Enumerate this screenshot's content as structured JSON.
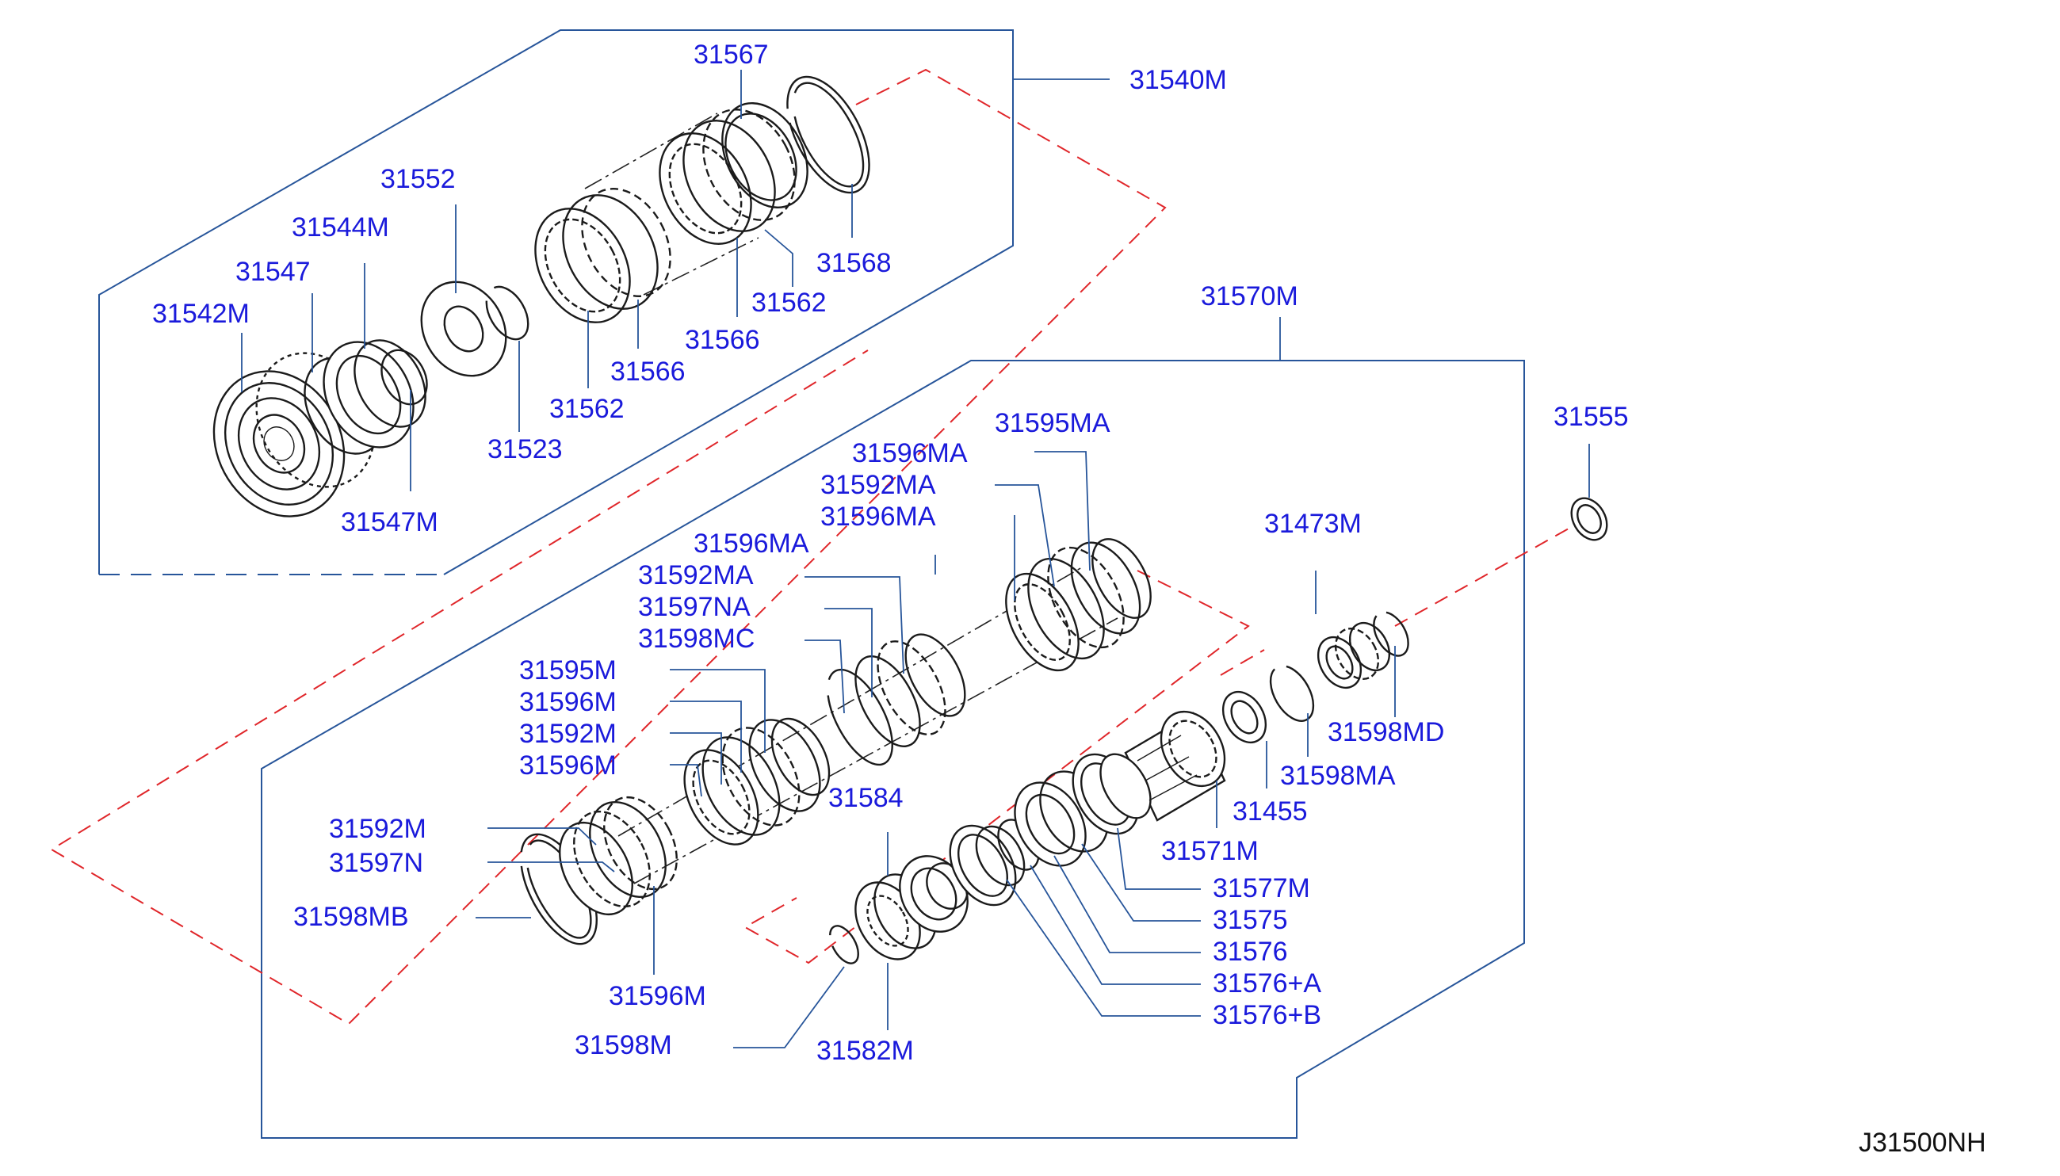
{
  "diagram": {
    "code": "J31500NH",
    "colors": {
      "label": "#1a1adb",
      "frame": "#27559a",
      "axis_dash": "#e0262a",
      "line_art": "#1b1b1b"
    },
    "labels": {
      "l31567": "31567",
      "l31540M": "31540M",
      "l31552": "31552",
      "l31544M": "31544M",
      "l31547": "31547",
      "l31542M": "31542M",
      "l31568": "31568",
      "l31562a": "31562",
      "l31566a": "31566",
      "l31566b": "31566",
      "l31562b": "31562",
      "l31523": "31523",
      "l31547M": "31547M",
      "l31570M": "31570M",
      "l31555": "31555",
      "l31595MA": "31595MA",
      "l31596MAa": "31596MA",
      "l31592MAa": "31592MA",
      "l31596MAb": "31596MA",
      "l31596MAc": "31596MA",
      "l31592MAb": "31592MA",
      "l31597NA": "31597NA",
      "l31598MC": "31598MC",
      "l31473M": "31473M",
      "l31595M": "31595M",
      "l31596Ma": "31596M",
      "l31592Ma": "31592M",
      "l31596Mb": "31596M",
      "l31598MD": "31598MD",
      "l31584": "31584",
      "l31598MA": "31598MA",
      "l31455": "31455",
      "l31592Mb": "31592M",
      "l31597N": "31597N",
      "l31571M": "31571M",
      "l31577M": "31577M",
      "l31598MB": "31598MB",
      "l31575": "31575",
      "l31576": "31576",
      "l31576A": "31576+A",
      "l31576B": "31576+B",
      "l31596Mc": "31596M",
      "l31598M": "31598M",
      "l31582M": "31582M"
    }
  }
}
